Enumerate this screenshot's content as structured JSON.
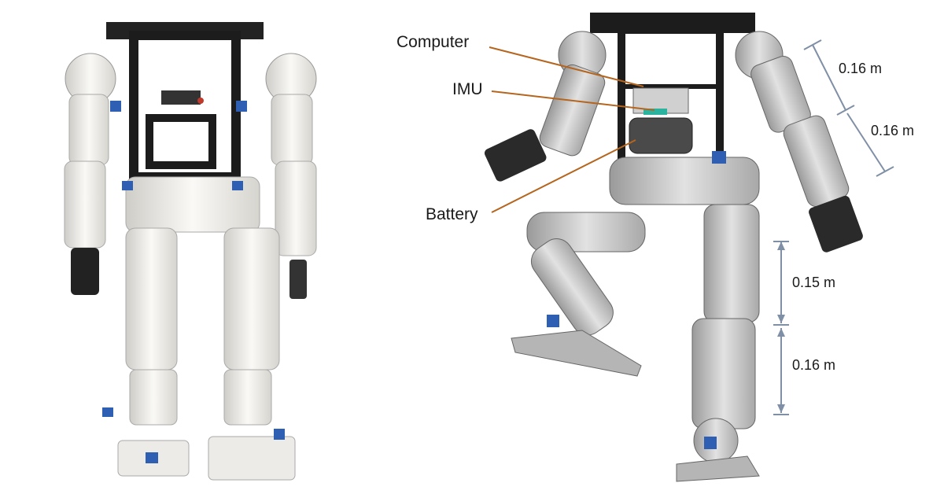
{
  "labels": {
    "computer": "Computer",
    "imu": "IMU",
    "battery": "Battery"
  },
  "dimensions": {
    "upper_arm": "0.16 m",
    "forearm": "0.16 m",
    "thigh": "0.15 m",
    "shin": "0.16 m"
  },
  "colors": {
    "leader_line": "#b5651d",
    "dimension_line": "#7f8fa6",
    "frame": "#1c1c1c",
    "photo_body": "#f1f0ec",
    "cad_body": "#c9c9c9"
  }
}
